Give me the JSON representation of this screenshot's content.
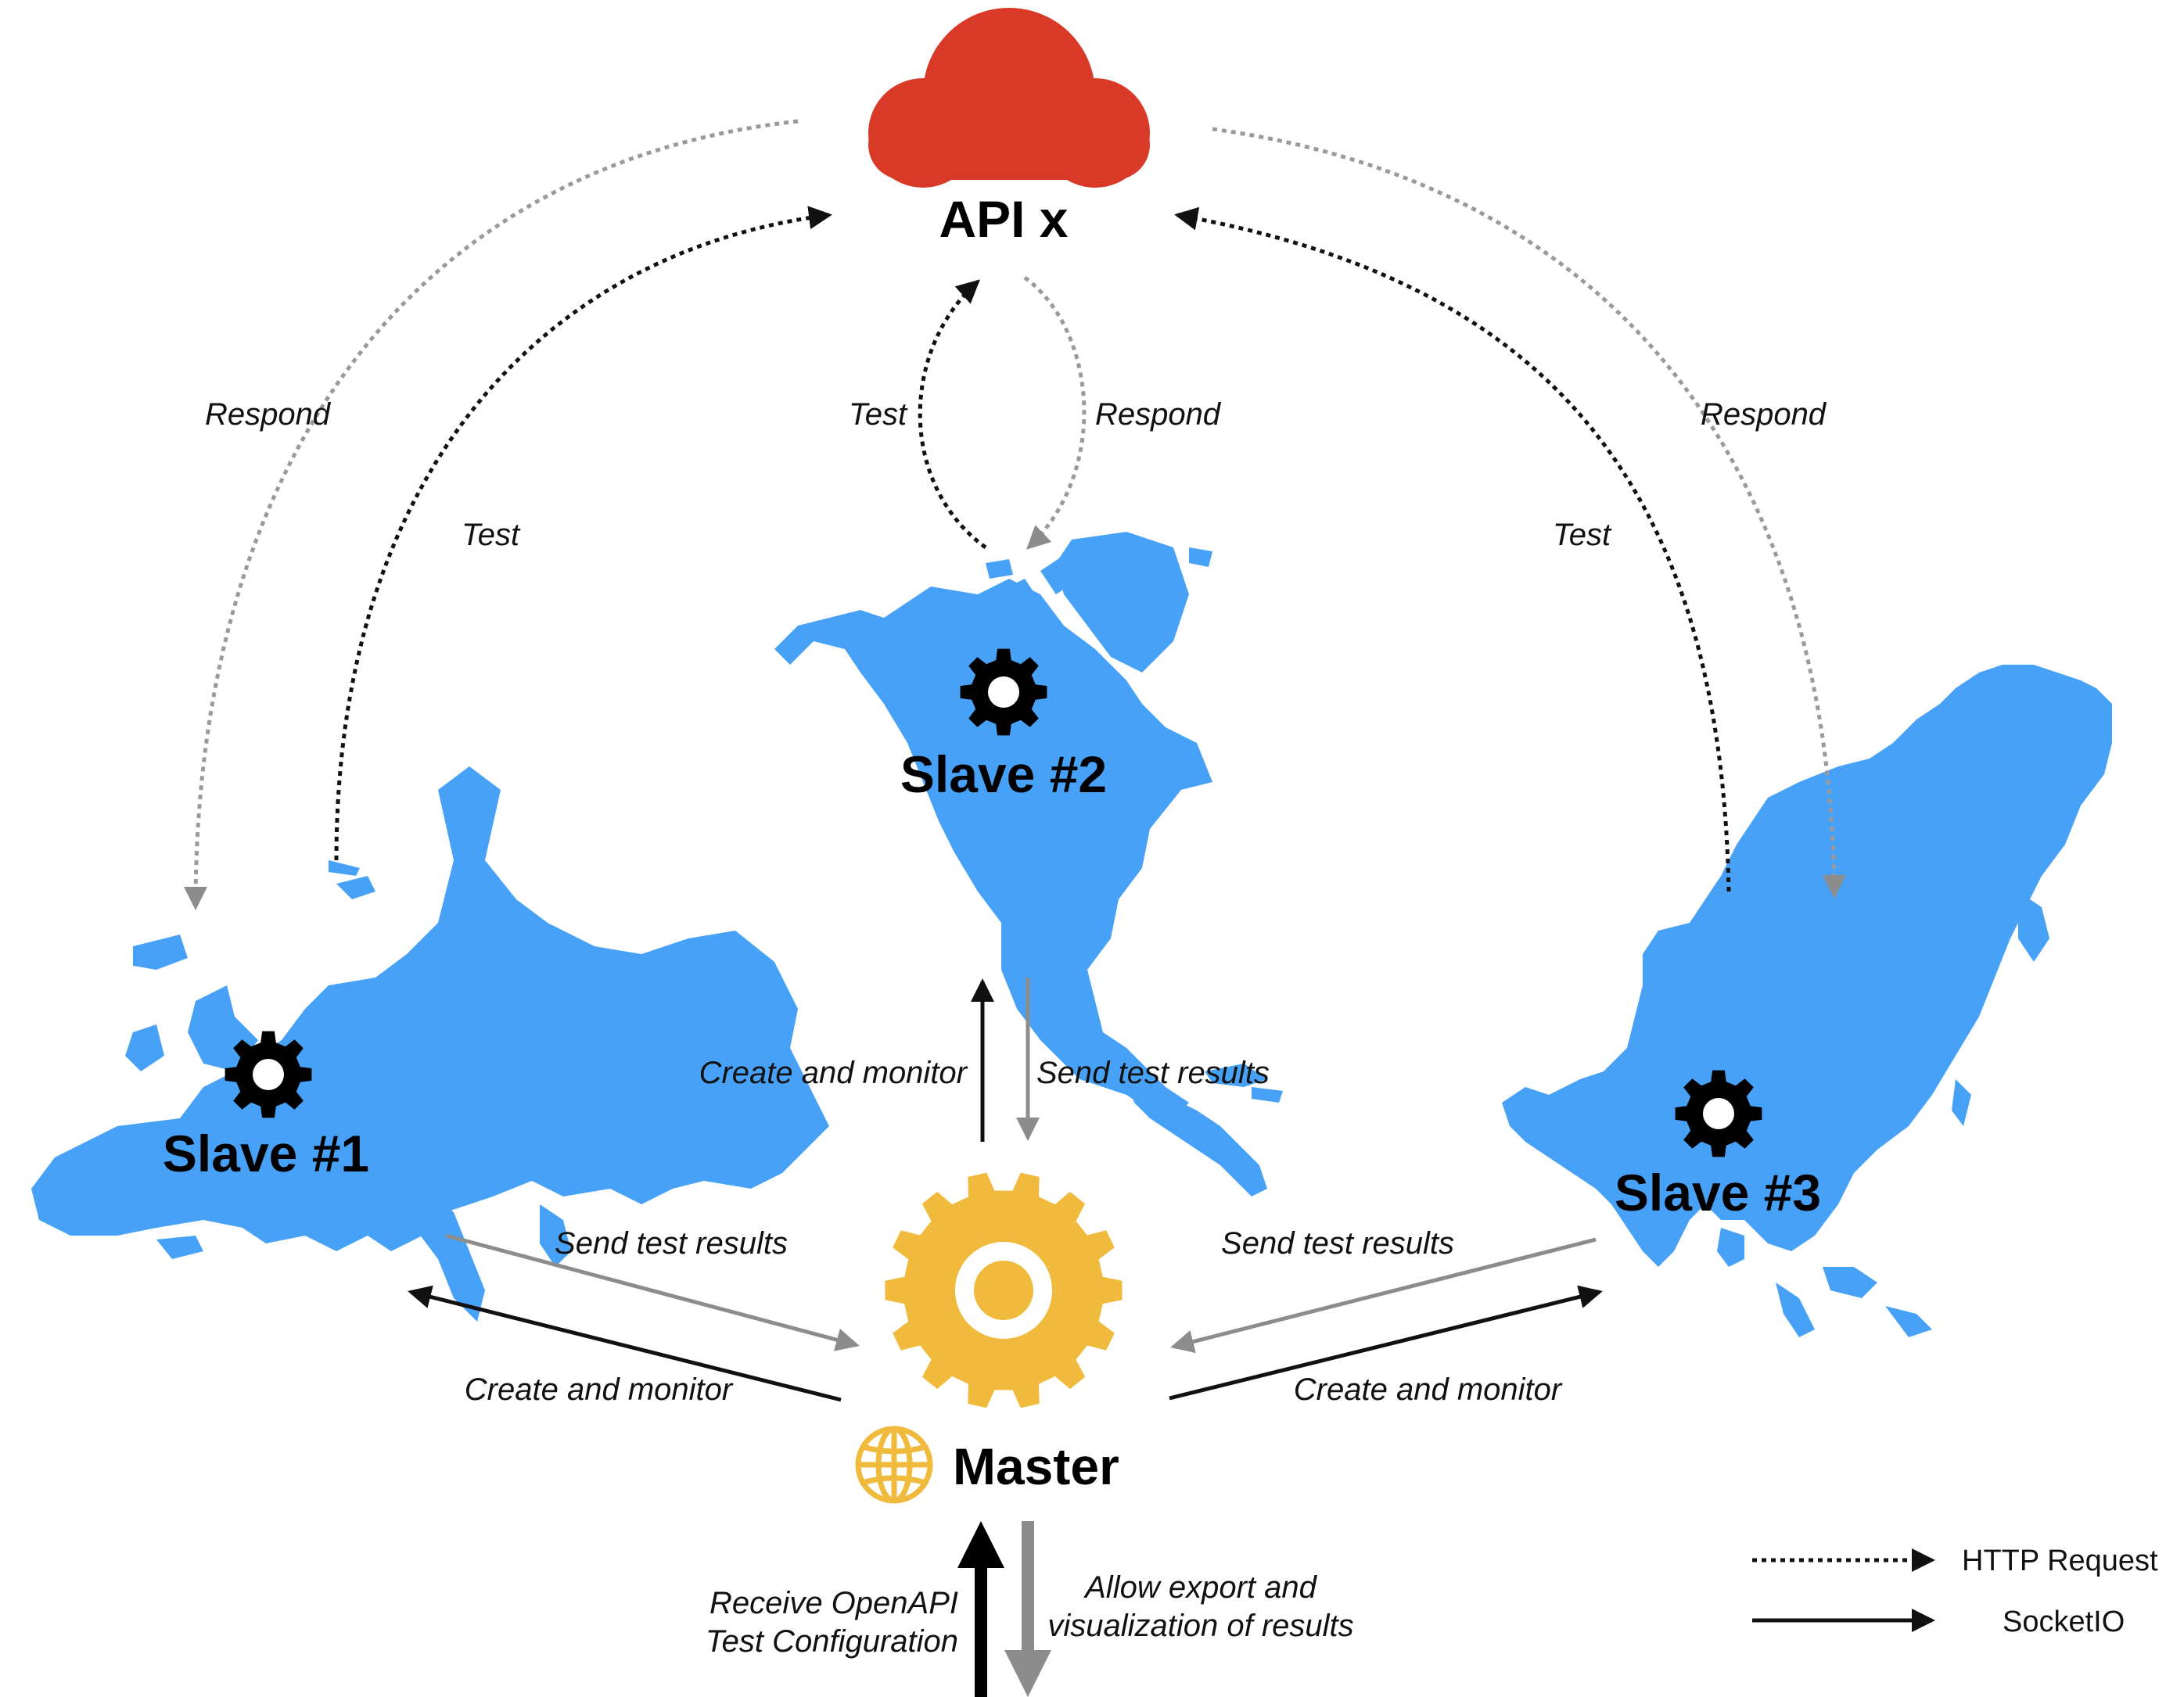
{
  "colors": {
    "cloud": "#d93a28",
    "continent": "#47a2f7",
    "master_gear": "#f0bb3c",
    "http_request": "#111111",
    "http_response": "#9a9a9a",
    "socket_strong": "#111111",
    "socket_light": "#8c8c8c"
  },
  "api": {
    "title": "API x",
    "icon": "cloud-icon"
  },
  "slaves": [
    {
      "title": "Slave #1",
      "region": "Europe",
      "icon": "gear-icon"
    },
    {
      "title": "Slave #2",
      "region": "North America",
      "icon": "gear-icon"
    },
    {
      "title": "Slave #3",
      "region": "Asia",
      "icon": "gear-icon"
    }
  ],
  "master": {
    "title": "Master",
    "icon": "gear-icon",
    "web_icon": "globe-icon"
  },
  "edges": {
    "slave1_respond": "Respond",
    "slave1_test": "Test",
    "slave2_test": "Test",
    "slave2_respond": "Respond",
    "slave3_test": "Test",
    "slave3_respond": "Respond",
    "master_slave2_create": "Create and monitor",
    "slave2_master_results": "Send test results",
    "slave1_master_results": "Send test results",
    "master_slave1_create": "Create and monitor",
    "slave3_master_results": "Send test results",
    "master_slave3_create": "Create and monitor",
    "input_line1": "Receive OpenAPI",
    "input_line2": "Test Configuration",
    "output_line1": "Allow export and",
    "output_line2": "visualization of results"
  },
  "legend": {
    "http": "HTTP Request",
    "socket": "SocketIO"
  }
}
